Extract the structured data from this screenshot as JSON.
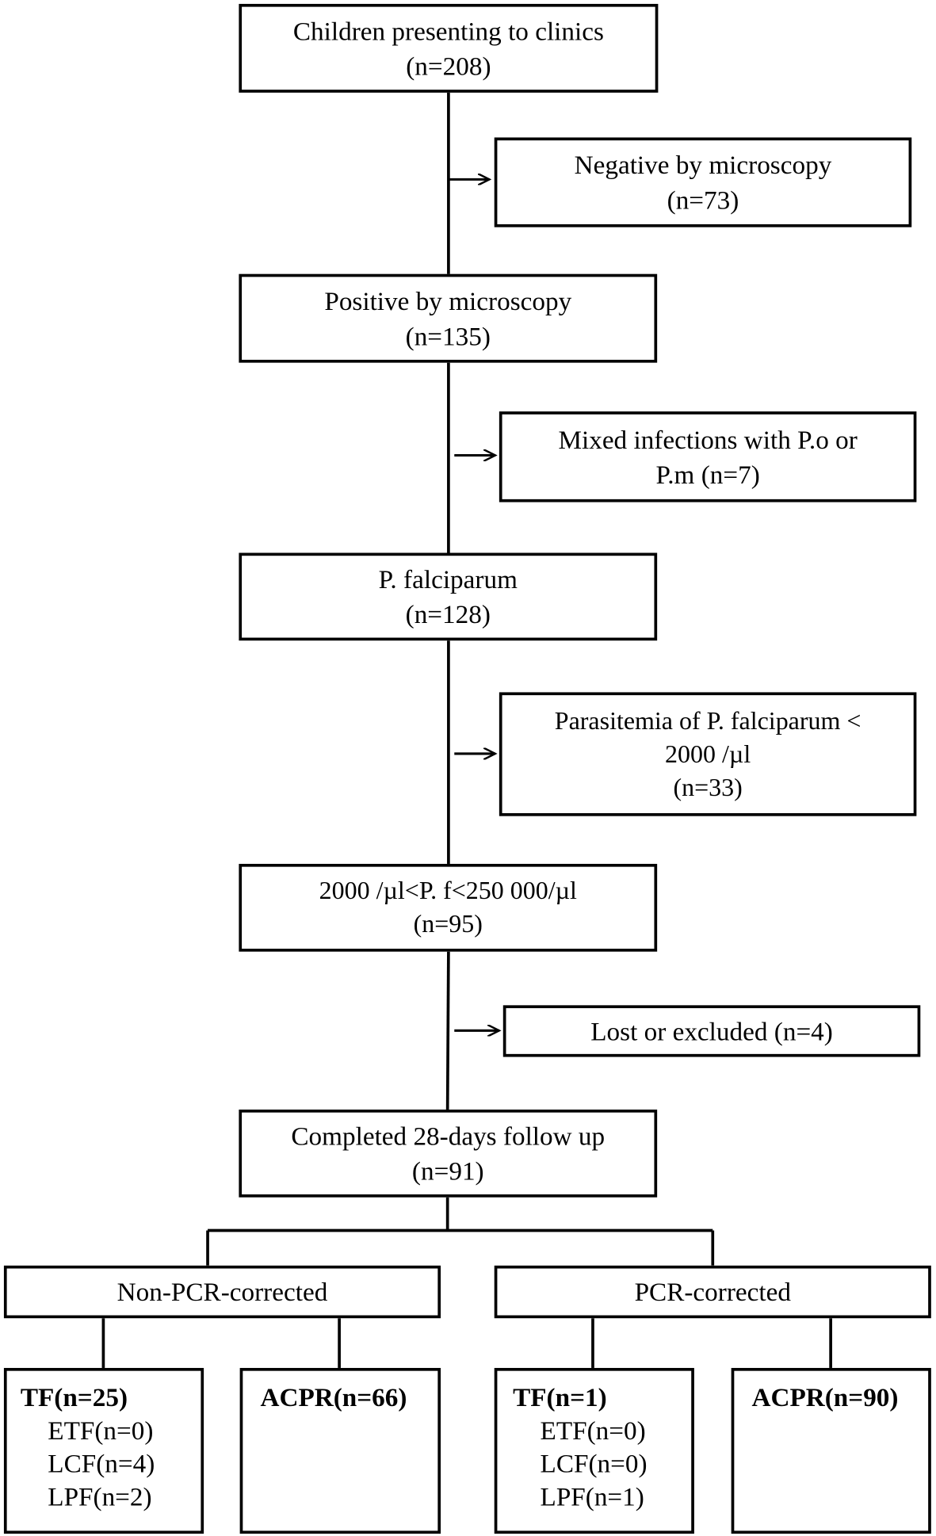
{
  "flow": {
    "enrolled": {
      "line1": "Children presenting to clinics",
      "line2": "(n=208)"
    },
    "negative": {
      "line1": "Negative  by microscopy",
      "line2": "(n=73)"
    },
    "positive": {
      "line1": "Positive by microscopy",
      "line2": "(n=135)"
    },
    "mixed": {
      "line1": "Mixed infections with P.o or",
      "line2": "P.m (n=7)"
    },
    "falciparum": {
      "line1": "P. falciparum",
      "line2": "(n=128)"
    },
    "low_parasitemia": {
      "line1": "Parasitemia of P. falciparum <",
      "line2": "2000 /µl",
      "line3": "(n=33)"
    },
    "eligible": {
      "line1": "2000 /µl<P. f<250 000/µl",
      "line2": "(n=95)"
    },
    "lost": {
      "line1": "Lost or excluded (n=4)"
    },
    "completed": {
      "line1": "Completed 28-days follow up",
      "line2": "(n=91)"
    }
  },
  "branches": {
    "non_pcr": {
      "label": "Non-PCR-corrected",
      "tf": {
        "title": "TF(n=25)",
        "etf": "ETF(n=0)",
        "lcf": "LCF(n=4)",
        "lpf": "LPF(n=2)"
      },
      "acpr": {
        "title": "ACPR(n=66)"
      }
    },
    "pcr": {
      "label": "PCR-corrected",
      "tf": {
        "title": "TF(n=1)",
        "etf": "ETF(n=0)",
        "lcf": "LCF(n=0)",
        "lpf": "LPF(n=1)"
      },
      "acpr": {
        "title": "ACPR(n=90)"
      }
    }
  }
}
